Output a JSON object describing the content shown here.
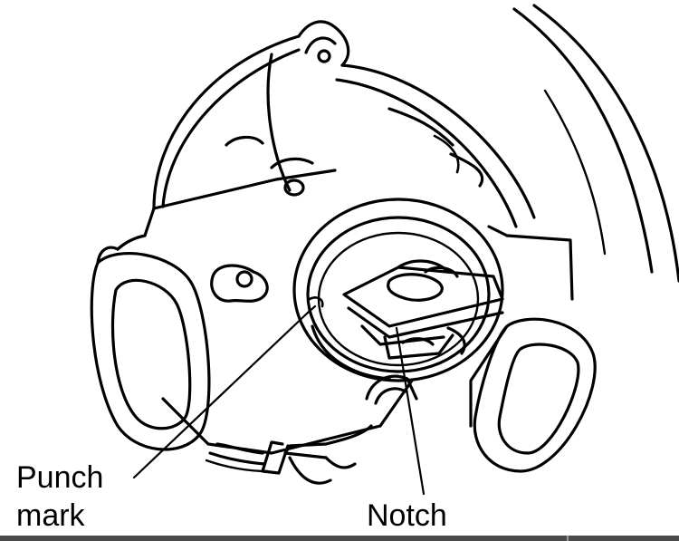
{
  "figure": {
    "subject": "inhibitor-switch-illustration"
  },
  "labels": {
    "punch_mark_line1": "Punch",
    "punch_mark_line2": "mark",
    "notch": "Notch"
  },
  "colors": {
    "ink": "#000000",
    "paper": "#ffffff",
    "bottom_bar": "#4a4a4a"
  }
}
